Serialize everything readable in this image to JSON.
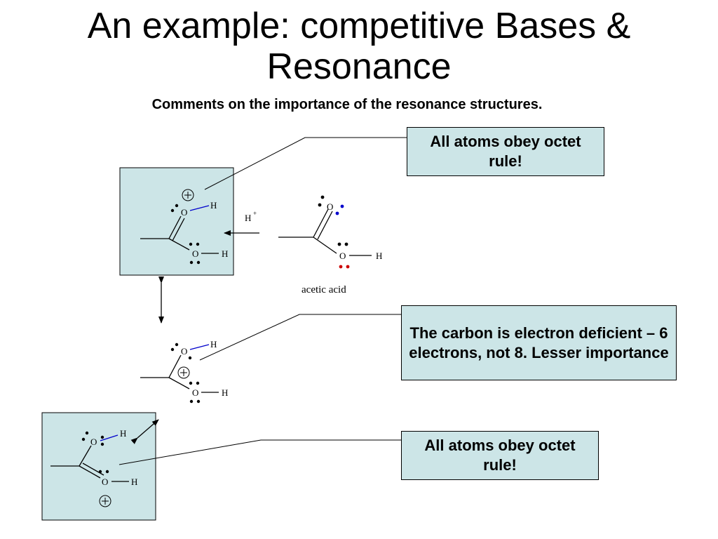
{
  "slide": {
    "title_line1": "An example: competitive Bases &",
    "title_line2": "Resonance",
    "subtitle": "Comments on the importance of the resonance structures."
  },
  "callouts": {
    "top": "All atoms obey octet rule!",
    "middle": "The carbon is electron deficient – 6 electrons, not 8. Lesser importance",
    "bottom": "All atoms obey octet rule!"
  },
  "molecules": {
    "acetic_acid_label": "acetic acid",
    "reagent": "H",
    "reagent_charge": "+",
    "oxygen": "O",
    "hydrogen": "H",
    "plus": "+"
  },
  "colors": {
    "box_fill": "#cce5e7",
    "bond_blue": "#0000cc",
    "lone_pair_blue": "#0000cc",
    "lone_pair_red": "#cc0000"
  }
}
